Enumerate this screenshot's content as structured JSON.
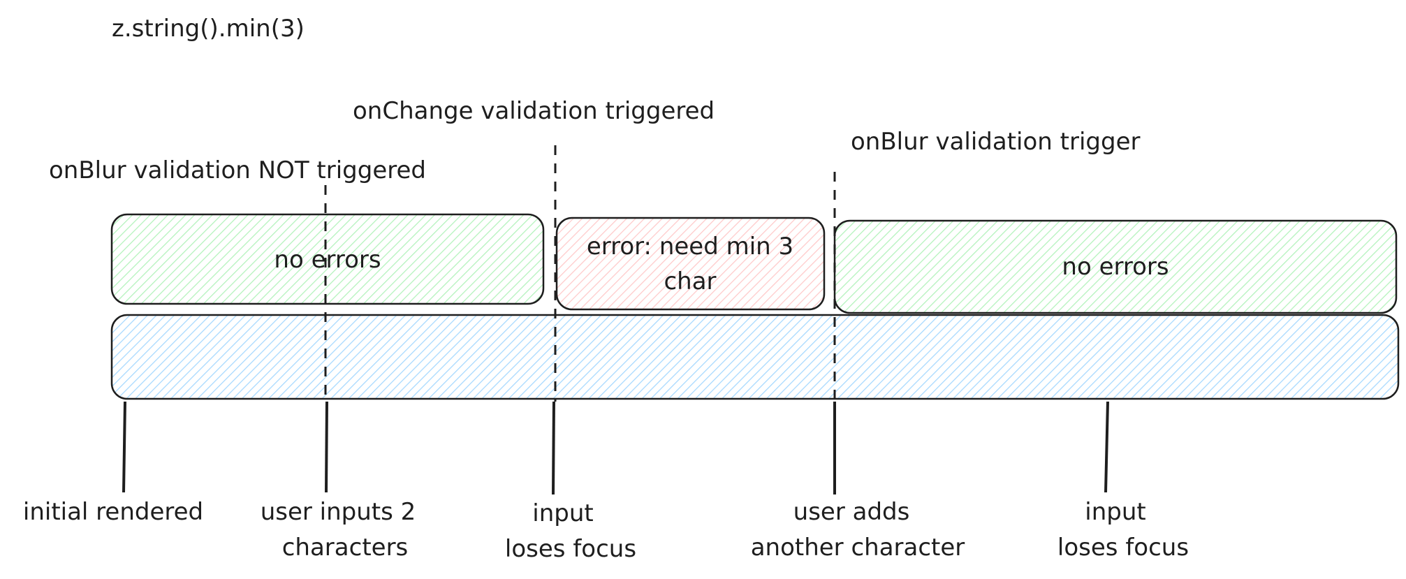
{
  "diagram": {
    "code_label": "z.string().min(3)",
    "annotations": {
      "onblur_not_triggered": "onBlur validation NOT triggered",
      "onchange_triggered": "onChange validation triggered",
      "onblur_triggered": "onBlur validation trigger"
    },
    "states": {
      "no_errors_1": "no errors",
      "error_line1": "error: need min 3",
      "error_line2": "char",
      "no_errors_2": "no errors"
    },
    "events": {
      "initial_rendered": "initial rendered",
      "user_inputs_line1": "user inputs 2",
      "user_inputs_line2": "characters",
      "loses_focus_1_line1": "input",
      "loses_focus_1_line2": "loses focus",
      "user_adds_line1": "user adds",
      "user_adds_line2": "another character",
      "loses_focus_2_line1": "input",
      "loses_focus_2_line2": "loses focus"
    },
    "colors": {
      "success_fill": "#b2f2bb",
      "error_fill": "#ffc9c9",
      "input_fill": "#a5d8ff",
      "stroke": "#1e1e1e"
    }
  }
}
